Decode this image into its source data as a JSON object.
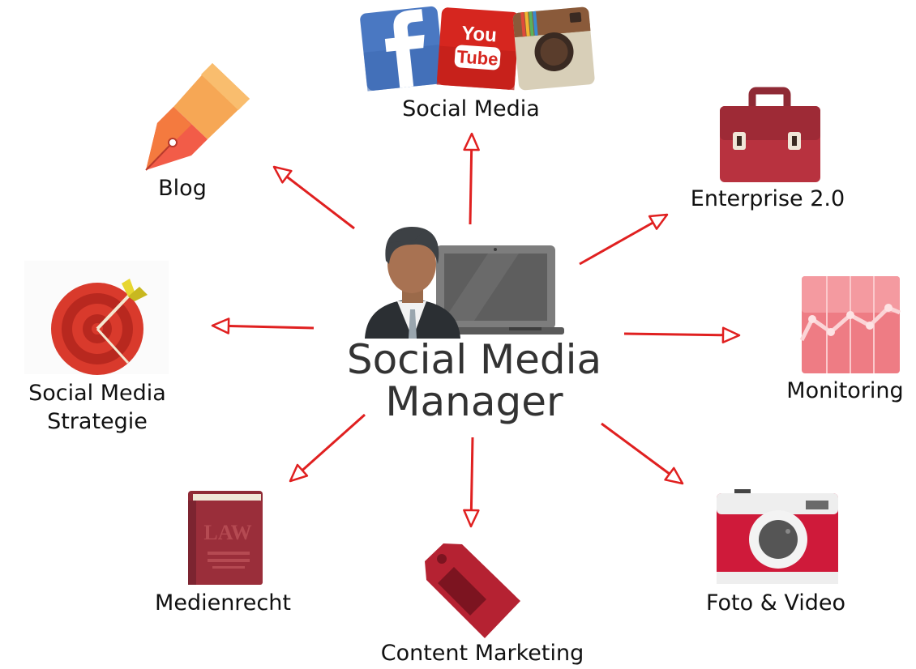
{
  "center": {
    "line1": "Social Media",
    "line2": "Manager"
  },
  "nodes": {
    "social_media": {
      "label": "Social Media",
      "icons": [
        "facebook-icon",
        "youtube-icon",
        "instagram-icon"
      ],
      "youtube_text": [
        "You",
        "Tube"
      ]
    },
    "blog": {
      "label": "Blog",
      "icon": "pen-nib-icon"
    },
    "enterprise": {
      "label": "Enterprise 2.0",
      "icon": "briefcase-icon"
    },
    "strategy": {
      "label_line1": "Social Media",
      "label_line2": "Strategie",
      "icon": "target-icon"
    },
    "monitoring": {
      "label": "Monitoring",
      "icon": "line-chart-icon"
    },
    "law": {
      "label": "Medienrecht",
      "icon": "law-book-icon",
      "book_text": "LAW"
    },
    "content": {
      "label": "Content Marketing",
      "icon": "price-tag-icon"
    },
    "photo": {
      "label": "Foto & Video",
      "icon": "camera-icon"
    }
  },
  "colors": {
    "arrow": "#e02020",
    "text": "#111111",
    "center_text": "#333333"
  }
}
